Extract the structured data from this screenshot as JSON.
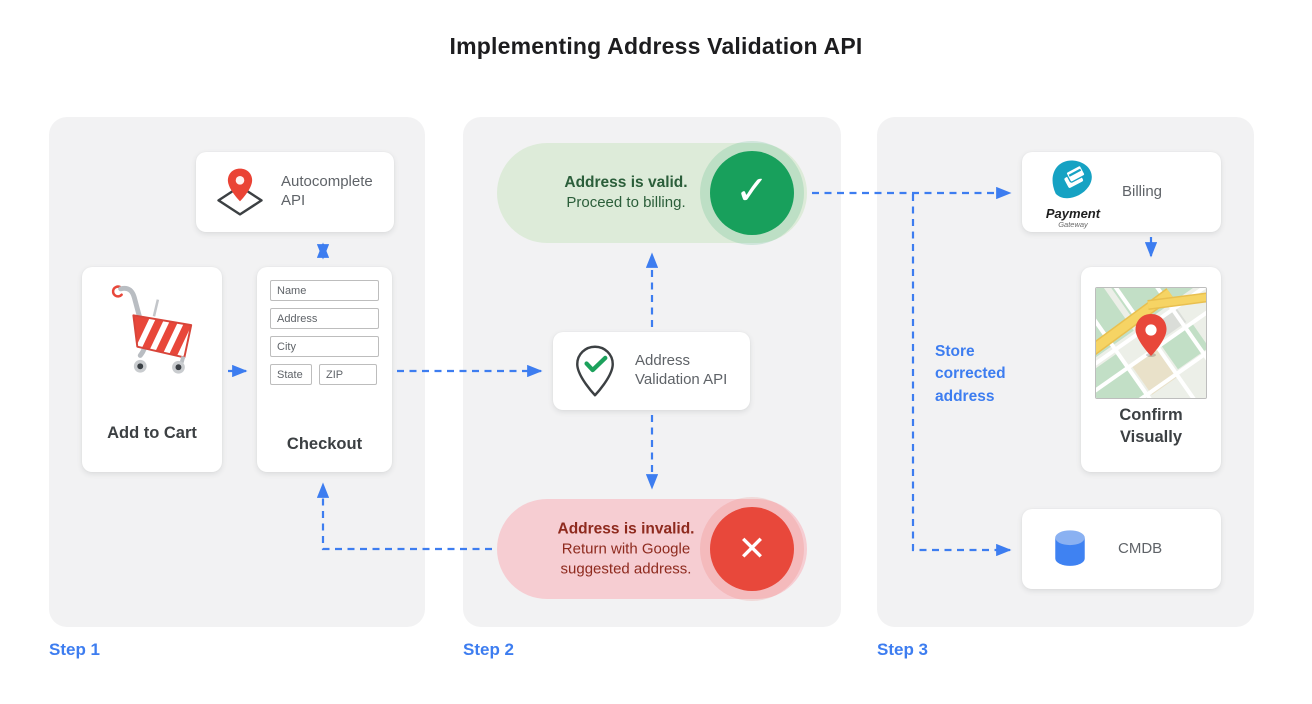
{
  "title": "Implementing Address Validation API",
  "colors": {
    "accent_blue": "#3D7DF0",
    "success_green": "#18A05C",
    "success_bg": "#DDEBD9",
    "success_text": "#2B5E3A",
    "error_red": "#E8483B",
    "error_bg": "#F6CDD2",
    "error_text": "#8E2A1E",
    "panel_bg": "#F2F2F3",
    "pin_red": "#EA4335",
    "db_blue": "#4285F4",
    "payment_teal": "#16A2C3"
  },
  "step_labels": [
    "Step 1",
    "Step 2",
    "Step 3"
  ],
  "icons": {
    "autocomplete": "map-pin-icon",
    "cart": "shopping-cart-icon",
    "validation": "pin-check-icon",
    "valid": "check-icon",
    "invalid": "x-icon",
    "billing": "payment-gateway-icon",
    "confirm": "map-thumbnail",
    "cmdb": "database-icon"
  },
  "step1": {
    "autocomplete_card": {
      "label": "Autocomplete API"
    },
    "add_to_cart_card": {
      "label": "Add to Cart"
    },
    "checkout_card": {
      "label": "Checkout",
      "fields": {
        "name": "Name",
        "address": "Address",
        "city": "City",
        "state": "State",
        "zip": "ZIP"
      }
    }
  },
  "step2": {
    "validation_card": {
      "label": "Address Validation API"
    },
    "valid_pill": {
      "title": "Address is valid.",
      "subtitle": "Proceed to billing.",
      "icon_glyph": "✓"
    },
    "invalid_pill": {
      "title": "Address is invalid.",
      "subtitle": "Return with Google suggested address.",
      "icon_glyph": "✕"
    }
  },
  "step3": {
    "billing_card": {
      "label": "Billing",
      "logo_primary": "Payment",
      "logo_secondary": "Gateway"
    },
    "confirm_card": {
      "label": "Confirm Visually"
    },
    "cmdb_card": {
      "label": "CMDB"
    },
    "store_note": "Store corrected address"
  }
}
